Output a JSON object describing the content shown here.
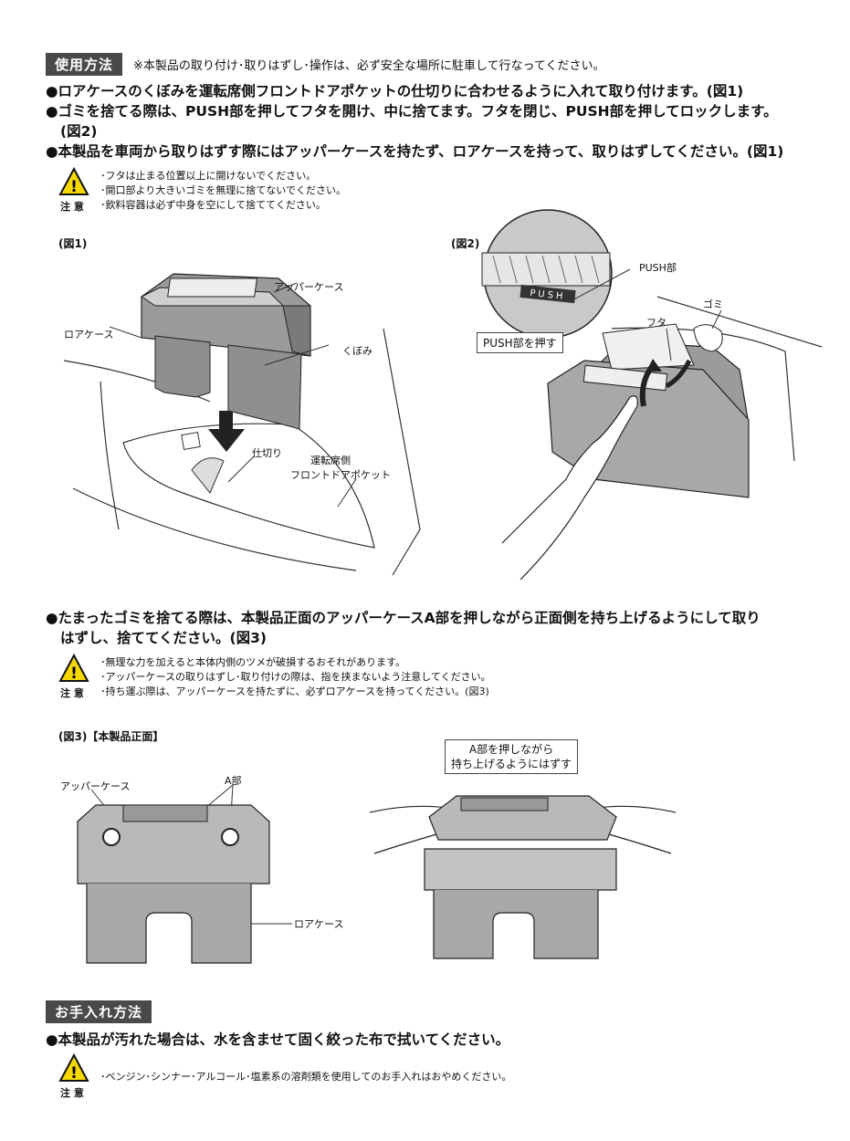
{
  "usage": {
    "header": "使用方法",
    "safety_note": "※本製品の取り付け･取りはずし･操作は、必ず安全な場所に駐車して行なってください。",
    "bullets": [
      "●ロアケースのくぼみを運転席側フロントドアポケットの仕切りに合わせるように入れて取り付けます。(図1)",
      "●ゴミを捨てる際は、PUSH部を押してフタを開け、中に捨てます。フタを閉じ、PUSH部を押してロックします。",
      "(図2)",
      "●本製品を車両から取りはずす際にはアッパーケースを持たず、ロアケースを持って、取りはずしてください。(図1)"
    ],
    "caution1": [
      "･フタは止まる位置以上に開けないでください。",
      "･開口部より大きいゴミを無理に捨てないでください。",
      "･飲料容器は必ず中身を空にして捨ててください。"
    ],
    "caution_label": "注 意"
  },
  "fig1": {
    "label": "(図1)",
    "upper_case": "アッパーケース",
    "lower_case": "ロアケース",
    "recess": "くぼみ",
    "divider": "仕切り",
    "pocket_line1": "運転席側",
    "pocket_line2": "フロントドアポケット"
  },
  "fig2": {
    "label": "(図2)",
    "push_part": "PUSH部",
    "garbage": "ゴミ",
    "lid": "フタ",
    "push_box": "PUSH部を押す",
    "push_text": "PUSH"
  },
  "removal": {
    "bullet_line1": "●たまったゴミを捨てる際は、本製品正面のアッパーケースA部を押しながら正面側を持ち上げるようにして取り",
    "bullet_line2": "はずし、捨ててください。(図3)",
    "caution": [
      "･無理な力を加えると本体内側のツメが破損するおそれがあります。",
      "･アッパーケースの取りはずし･取り付けの際は、指を挟まないよう注意してください。",
      "･持ち運ぶ際は、アッパーケースを持たずに、必ずロアケースを持ってください。(図3)"
    ]
  },
  "fig3": {
    "label": "(図3)【本製品正面】",
    "upper_case": "アッパーケース",
    "a_part": "A部",
    "lower_case": "ロアケース",
    "box_line1": "A部を押しながら",
    "box_line2": "持ち上げるようにはずす"
  },
  "care": {
    "header": "お手入れ方法",
    "bullet": "●本製品が汚れた場合は、水を含ませて固く絞った布で拭いてください。",
    "caution": "･ベンジン･シンナー･アルコール･塩素系の溶剤類を使用してのお手入れはおやめください。"
  },
  "colors": {
    "header_bg": "#4a4a4a",
    "case_fill": "#b9b9b9",
    "case_dark": "#8f8f8f",
    "warn_yellow": "#f5d800"
  }
}
